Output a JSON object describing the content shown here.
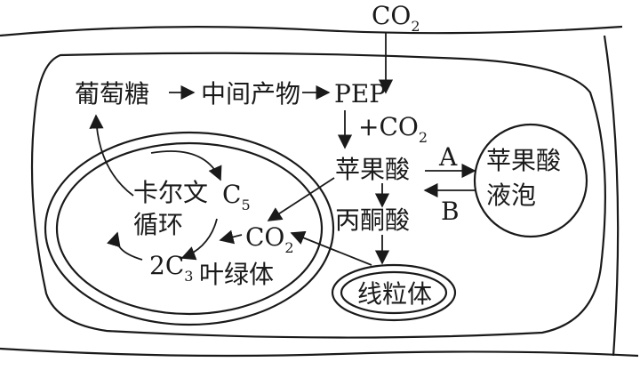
{
  "labels": {
    "co2_top": "CO",
    "co2_top_sub": "2",
    "glucose": "葡萄糖",
    "intermediate": "中间产物",
    "pep": "PEP",
    "plus_co2": "+CO",
    "plus_co2_sub": "2",
    "malate": "苹果酸",
    "a_label": "A",
    "b_label": "B",
    "vacuole_line1": "苹果酸",
    "vacuole_line2": "液泡",
    "calvin_line1": "卡尔文",
    "calvin_line2": "循环",
    "c5": "C",
    "c5_sub": "5",
    "co2_chloro": "CO",
    "co2_chloro_sub": "2",
    "pyruvate": "丙酮酸",
    "c3_prefix": "2C",
    "c3_sub": "3",
    "chloroplast": "叶绿体",
    "mitochondrion": "线粒体"
  }
}
